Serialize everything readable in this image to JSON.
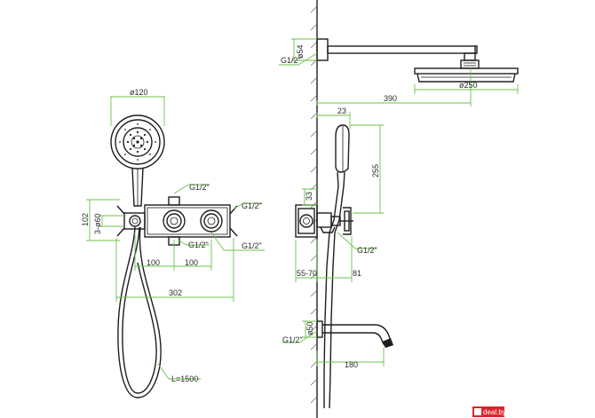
{
  "labels": {
    "d54": "ø54",
    "g12_top": "G1/2\"",
    "d250": "ø250",
    "len390": "390",
    "d120": "ø120",
    "h23": "23",
    "h255": "255",
    "g12_a": "G1/2\"",
    "g12_b": "G1/2\"",
    "g12_c": "G1/2\"",
    "g12_d": "G1/2\"",
    "h102": "102",
    "d3x60": "3-ø60",
    "d33": "33",
    "g12_right": "G1/2\"",
    "w100a": "100",
    "w100b": "100",
    "w55_70": "55-70",
    "w81": "81",
    "w302": "302",
    "d50": "ø50",
    "g12_spout": "G1/2\"",
    "w180": "180",
    "hose": "L=1500"
  },
  "watermark": "deal.by",
  "colors": {
    "line": "#1e1e1e",
    "dimension": "#6cc24a",
    "watermark": "#d9262b"
  }
}
